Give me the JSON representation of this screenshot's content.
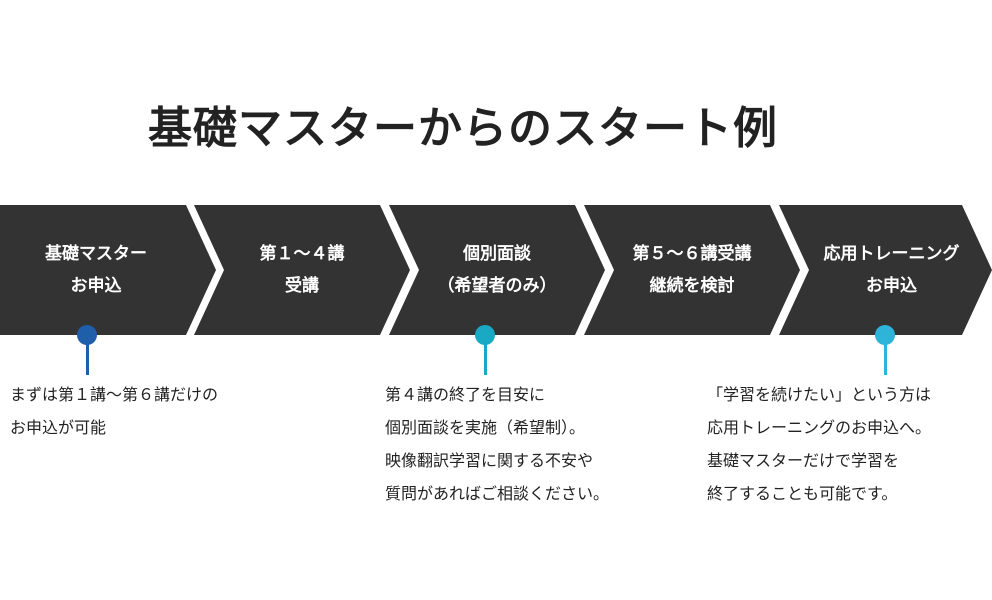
{
  "title": "基礎マスターからのスタート例",
  "steps": [
    {
      "line1": "基礎マスター",
      "line2": "お申込"
    },
    {
      "line1": "第１～４講",
      "line2": "受講"
    },
    {
      "line1": "個別面談",
      "line2": "（希望者のみ）"
    },
    {
      "line1": "第５～６講受講",
      "line2": "継続を検討"
    },
    {
      "line1": "応用トレーニング",
      "line2": "お申込"
    }
  ],
  "notes": [
    {
      "color": "#1f5faa",
      "lines": [
        "まずは第１講〜第６講だけの",
        "お申込が可能"
      ]
    },
    {
      "color": "#1aa9c4",
      "lines": [
        "第４講の終了を目安に",
        "個別面談を実施（希望制）。",
        "映像翻訳学習に関する不安や",
        "質問があればご相談ください。"
      ]
    },
    {
      "color": "#2db4d8",
      "lines": [
        "「学習を続けたい」という方は",
        "応用トレーニングのお申込へ。",
        "基礎マスターだけで学習を",
        "終了することも可能です。"
      ]
    }
  ]
}
